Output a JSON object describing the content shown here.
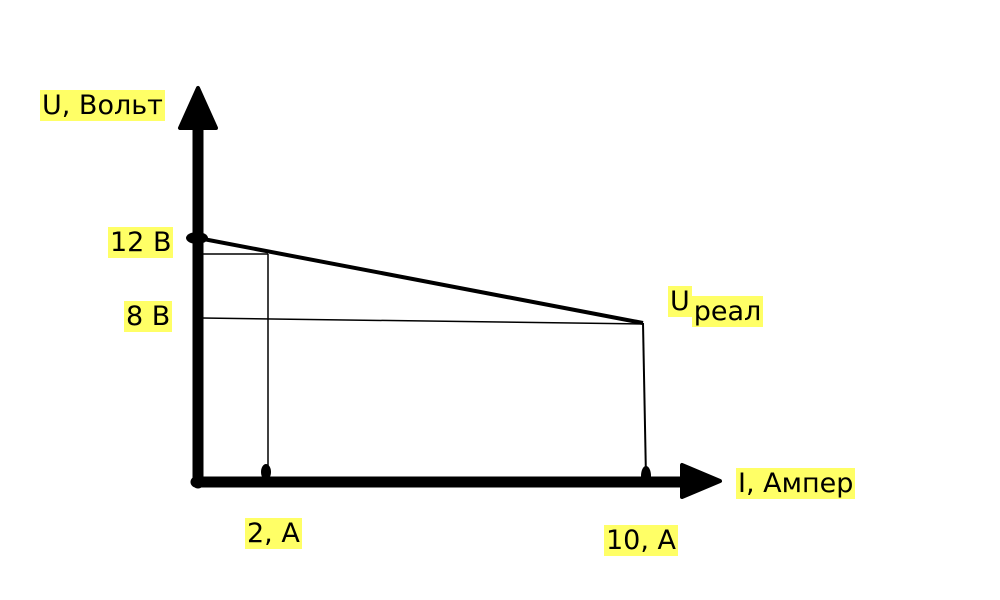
{
  "colors": {
    "line": "#000000",
    "label_highlight": "#ffff66",
    "background": "#ffffff"
  },
  "labels": {
    "y_axis": "U, Вольт",
    "x_axis": "I, Ампер",
    "y_tick_12": "12 В",
    "y_tick_8": "8 В",
    "x_tick_2": "2, А",
    "x_tick_10": "10, А",
    "u_real_main": "U",
    "u_real_sub": "реал"
  }
}
